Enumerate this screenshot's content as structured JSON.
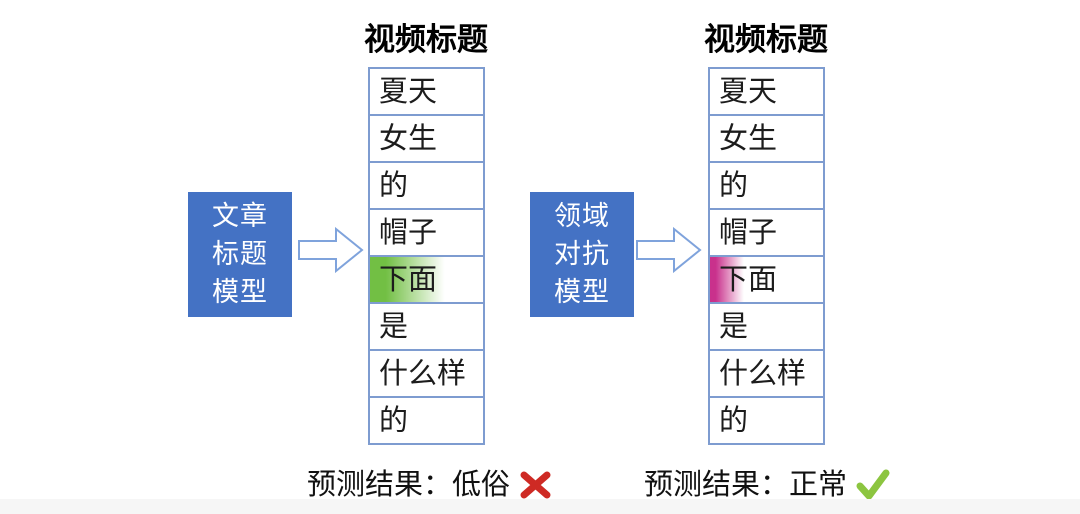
{
  "colors": {
    "accent_blue": "#4472C4",
    "cell_border": "#7E9CD0",
    "arrow_border": "#7FA3DC",
    "highlight_green": "#72BF44",
    "highlight_pink": "#C9318C",
    "cross_red": "#CE2A24",
    "check_green": "#8CC540",
    "text_black": "#1C1C1C"
  },
  "diagrams": [
    {
      "model_lines": [
        "文章",
        "标题",
        "模型"
      ],
      "column_title": "视频标题",
      "tokens": [
        "夏天",
        "女生",
        "的",
        "帽子",
        "下面",
        "是",
        "什么样",
        "的"
      ],
      "highlighted_token": "下面",
      "highlight_index": 4,
      "highlight_color": "#72BF44",
      "result_prefix": "预测结果：",
      "result_value": "低俗",
      "result_mark": "cross"
    },
    {
      "model_lines": [
        "领域",
        "对抗",
        "模型"
      ],
      "column_title": "视频标题",
      "tokens": [
        "夏天",
        "女生",
        "的",
        "帽子",
        "下面",
        "是",
        "什么样",
        "的"
      ],
      "highlighted_token": "下面",
      "highlight_index": 4,
      "highlight_color": "#C9318C",
      "result_prefix": "预测结果：",
      "result_value": "正常",
      "result_mark": "check"
    }
  ]
}
